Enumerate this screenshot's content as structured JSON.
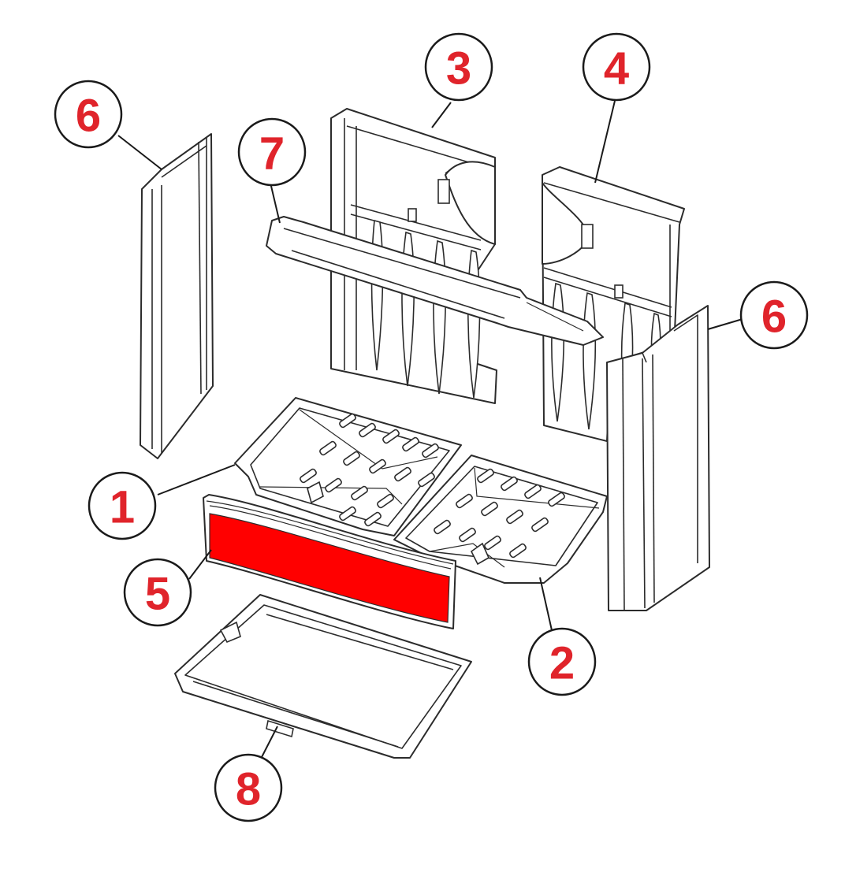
{
  "colors": {
    "callout_number": "#e0242b",
    "highlight_part": "#ff0000",
    "line": "#2b2b2b",
    "background": "#ffffff"
  },
  "callouts": [
    {
      "id": "callout-6-left",
      "label": "6"
    },
    {
      "id": "callout-3",
      "label": "3"
    },
    {
      "id": "callout-4",
      "label": "4"
    },
    {
      "id": "callout-7",
      "label": "7"
    },
    {
      "id": "callout-6-right",
      "label": "6"
    },
    {
      "id": "callout-1",
      "label": "1"
    },
    {
      "id": "callout-5",
      "label": "5"
    },
    {
      "id": "callout-2",
      "label": "2"
    },
    {
      "id": "callout-8",
      "label": "8"
    }
  ],
  "highlighted_part": "5"
}
